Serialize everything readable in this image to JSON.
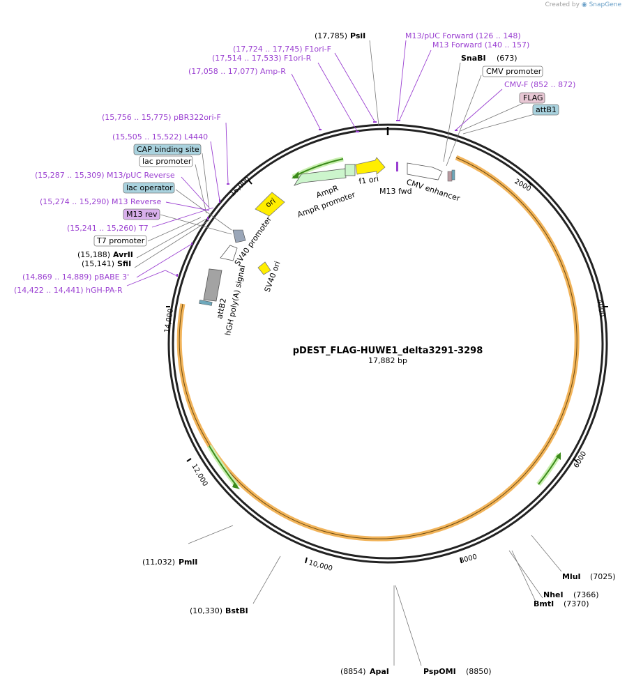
{
  "credit": {
    "prefix": "Created by",
    "brand": "SnapGene"
  },
  "plasmid": {
    "name": "pDEST_FLAG-HUWE1_delta3291-3298",
    "length": "17,882 bp"
  },
  "colors": {
    "primer": "#9a3fd1",
    "orange": "#f2b45a",
    "green": "#3b8a1a",
    "yellow": "#ffee00",
    "grey": "#a3a3a3"
  },
  "ticks": [
    "2000",
    "4000",
    "6000",
    "8000",
    "10,000",
    "12,000",
    "14,000",
    "16,000"
  ],
  "sites": {
    "psii": {
      "pos": "(17,785)",
      "name": "PsiI"
    },
    "snabi": {
      "name": "SnaBI",
      "pos": "(673)"
    },
    "avrii": {
      "pos": "(15,188)",
      "name": "AvrII"
    },
    "sfii": {
      "pos": "(15,141)",
      "name": "SfiI"
    },
    "pmli": {
      "pos": "(11,032)",
      "name": "PmlI"
    },
    "bstbi": {
      "pos": "(10,330)",
      "name": "BstBI"
    },
    "apai": {
      "pos": "(8854)",
      "name": "ApaI"
    },
    "pspomi": {
      "name": "PspOMI",
      "pos": "(8850)"
    },
    "nhei": {
      "name": "NheI",
      "pos": "(7366)"
    },
    "bmti": {
      "name": "BmtI",
      "pos": "(7370)"
    },
    "mlui": {
      "name": "MluI",
      "pos": "(7025)"
    }
  },
  "primers": {
    "m13puc_fwd": "M13/pUC Forward   (126 .. 148)",
    "m13_fwd": "M13 Forward   (140 .. 157)",
    "f1ori_f": "(17,724 .. 17,745)  F1ori-F",
    "f1ori_r": "(17,514 .. 17,533)  F1ori-R",
    "amp_r": "(17,058 .. 17,077)  Amp-R",
    "cmv_f": "CMV-F   (852 .. 872)",
    "pbr322": "(15,756 .. 15,775)  pBR322ori-F",
    "l4440": "(15,505 .. 15,522)  L4440",
    "m13puc_rev": "(15,287 .. 15,309)  M13/pUC Reverse",
    "m13_rev_p": "(15,274 .. 15,290)  M13 Reverse",
    "t7": "(15,241 .. 15,260)  T7",
    "pbabe": "(14,869 .. 14,889)  pBABE 3'",
    "hgh_pa_r": "(14,422 .. 14,441)  hGH-PA-R"
  },
  "boxes": {
    "cmv_promoter": "CMV promoter",
    "flag": "FLAG",
    "attb1": "attB1",
    "cap": "CAP binding site",
    "lac_promoter": "lac promoter",
    "lac_operator": "lac operator",
    "m13_rev": "M13 rev",
    "t7_promoter": "T7 promoter"
  },
  "features": {
    "ampr": "AmpR",
    "ampr_promoter": "AmpR promoter",
    "f1_ori": "f1 ori",
    "m13_fwd": "M13 fwd",
    "cmv_enhancer": "CMV enhancer",
    "ori": "ori",
    "sv40_promoter": "SV40 promoter",
    "sv40_ori": "SV40 ori",
    "hgh": "hGH poly(A) signal",
    "attb2": "attB2"
  }
}
